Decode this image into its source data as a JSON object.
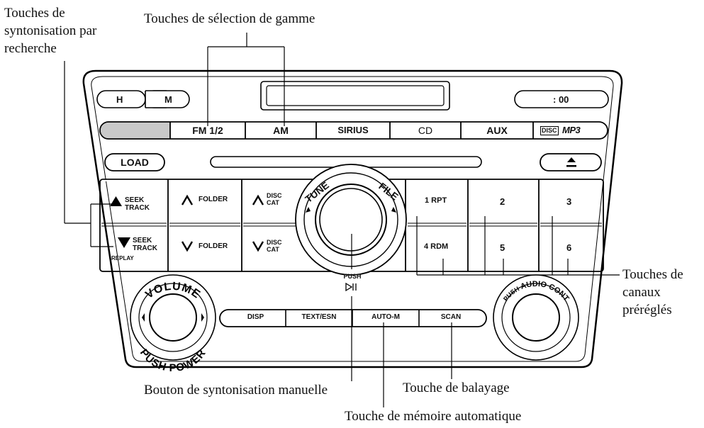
{
  "callouts": {
    "seek": [
      "Touches de",
      "syntonisation par",
      "recherche"
    ],
    "band": "Touches de sélection de gamme",
    "preset": [
      "Touches de",
      "canaux",
      "préréglés"
    ],
    "manual": "Bouton de syntonisation manuelle",
    "scan": "Touche de balayage",
    "automem": "Touche de mémoire automatique"
  },
  "clock": {
    "h": "H",
    "m": "M",
    "time": ": 00"
  },
  "bands": [
    "FM 1/2",
    "AM",
    "SIRIUS",
    "CD",
    "AUX"
  ],
  "media_logos": [
    "DISC",
    "MP3"
  ],
  "load_label": "LOAD",
  "eject_icon": "eject-icon",
  "seek_up": {
    "line1": "SEEK",
    "line2": "TRACK"
  },
  "seek_down": {
    "line1": "SEEK",
    "line2": "TRACK",
    "line3": "REPLAY"
  },
  "folder_label": "FOLDER",
  "disc_cat": {
    "line1": "DISC",
    "line2": "CAT"
  },
  "dial_labels": {
    "tune": "TUNE",
    "file": "FILE"
  },
  "presets": [
    "1 RPT",
    "2",
    "3",
    "4 RDM",
    "5",
    "6"
  ],
  "push_play": {
    "text": "PUSH",
    "icon": "play-pause-icon"
  },
  "volume": {
    "top": "VOLUME",
    "bottom": "PUSH POWER"
  },
  "audio": {
    "push": "PUSH",
    "label": "AUDIO CONT"
  },
  "bottom_buttons": [
    "DISP",
    "TEXT/ESN",
    "AUTO-M",
    "SCAN"
  ]
}
